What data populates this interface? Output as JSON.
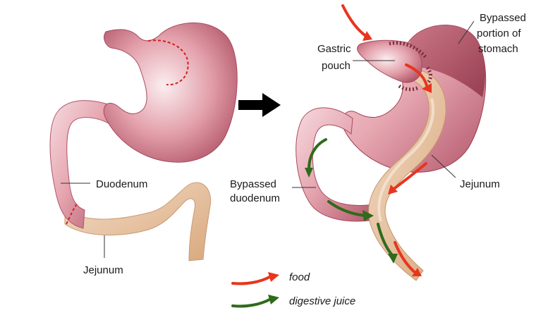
{
  "labels": {
    "duodenum": "Duodenum",
    "jejunum_left": "Jejunum",
    "gastric_pouch_1": "Gastric",
    "gastric_pouch_2": "pouch",
    "bypassed_stomach_1": "Bypassed",
    "bypassed_stomach_2": "portion of",
    "bypassed_stomach_3": "stomach",
    "jejunum_right": "Jejunum",
    "bypassed_duodenum_1": "Bypassed",
    "bypassed_duodenum_2": "duodenum"
  },
  "legend": {
    "food": "food",
    "digestive_juice": "digestive juice"
  },
  "colors": {
    "stomach": "#d9848f",
    "stomach_dark": "#a8485a",
    "stomach_light": "#f3d4d9",
    "jejunum": "#eac4a2",
    "jejunum_dark": "#c9986d",
    "food_arrow": "#e8351e",
    "juice_arrow": "#2f6b1c",
    "staple": "#7a2b3d"
  }
}
